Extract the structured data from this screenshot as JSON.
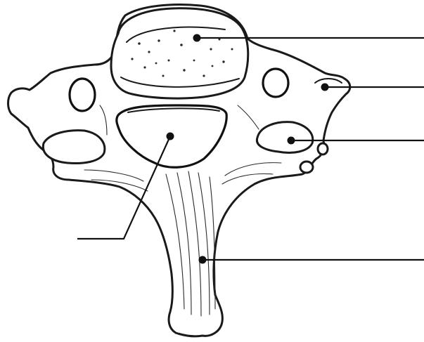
{
  "figure": {
    "labels": [
      {
        "id": "label-1",
        "text": ""
      },
      {
        "id": "label-2",
        "text": ""
      },
      {
        "id": "label-3",
        "text": ""
      },
      {
        "id": "label-4",
        "text": ""
      },
      {
        "id": "label-5",
        "text": ""
      }
    ]
  }
}
